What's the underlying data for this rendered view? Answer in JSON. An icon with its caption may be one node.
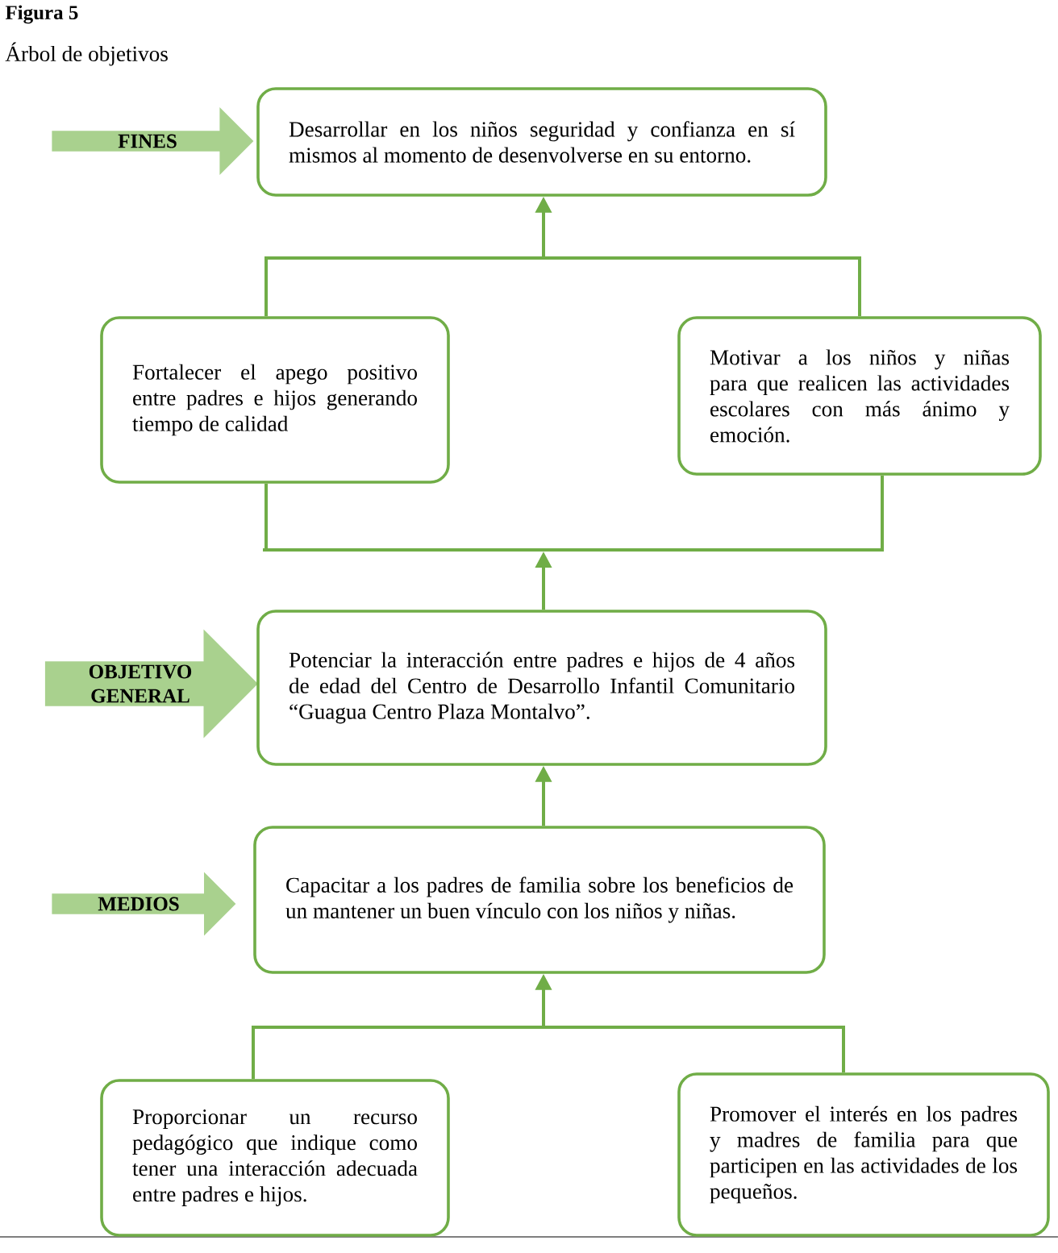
{
  "diagram": {
    "title": "Figura 5",
    "caption": "Árbol de objetivos",
    "nodes": [
      {
        "text": [
          "FINES"
        ]
      },
      {
        "text": [
          "Desarrollar en los niños seguridad y confianza en sí mismos al momento de desenvolverse en su entorno."
        ]
      },
      {
        "text": [],
        "shape": "bar"
      },
      {
        "text": [
          "Fortalecer el apego positivo entre padres e hijos generando tiempo de calidad"
        ]
      },
      {
        "text": [
          "Motivar a los niños y niñas para que realicen las actividades escolares con más ánimo y emoción."
        ]
      },
      {
        "text": [],
        "shape": "bar"
      },
      {
        "text": [
          "OBJETIVO GENERAL"
        ]
      },
      {
        "text": [
          "Potenciar la interacción entre padres e hijos de 4 años de edad del Centro de Desarrollo Infantil Comunitario “Guagua Centro Plaza Montalvo”."
        ]
      },
      {
        "text": [
          "MEDIOS"
        ]
      },
      {
        "text": [
          "Capacitar a los padres de familia sobre los beneficios de un mantener un buen vínculo con los niños y niñas."
        ]
      },
      {
        "text": [],
        "shape": "bar"
      },
      {
        "text": [
          "Proporcionar un recurso pedagógico que indique como tener una interacción adecuada entre padres e hijos."
        ]
      },
      {
        "text": [
          "Promover el interés en los padres y madres de familia para que participen en las actividades de los pequeños."
        ]
      }
    ],
    "edges": [
      {
        "from": 2,
        "to": 1,
        "arrow": "to"
      },
      {
        "from": 3,
        "to": 2,
        "arrow": "none"
      },
      {
        "from": 4,
        "to": 2,
        "arrow": "none"
      },
      {
        "from": 3,
        "to": 5,
        "arrow": "none"
      },
      {
        "from": 4,
        "to": 5,
        "arrow": "none"
      },
      {
        "from": 7,
        "to": 5,
        "arrow": "to"
      },
      {
        "from": 9,
        "to": 7,
        "arrow": "to"
      },
      {
        "from": 10,
        "to": 9,
        "arrow": "to"
      },
      {
        "from": 11,
        "to": 10,
        "arrow": "none"
      },
      {
        "from": 12,
        "to": 10,
        "arrow": "none"
      }
    ]
  }
}
